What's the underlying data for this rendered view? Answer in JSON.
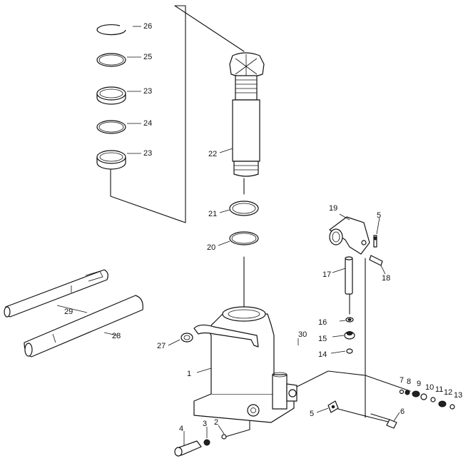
{
  "callouts": {
    "c1": "1",
    "c2": "2",
    "c3": "3",
    "c4": "4",
    "c5a": "5",
    "c5b": "5",
    "c6": "6",
    "c7": "7",
    "c8": "8",
    "c9": "9",
    "c10": "10",
    "c11": "11",
    "c12": "12",
    "c13": "13",
    "c14": "14",
    "c15": "15",
    "c16": "16",
    "c17": "17",
    "c18": "18",
    "c19": "19",
    "c20": "20",
    "c21": "21",
    "c22": "22",
    "c23a": "23",
    "c23b": "23",
    "c24": "24",
    "c25": "25",
    "c26": "26",
    "c27": "27",
    "c28": "28",
    "c29": "29",
    "c30": "30"
  }
}
